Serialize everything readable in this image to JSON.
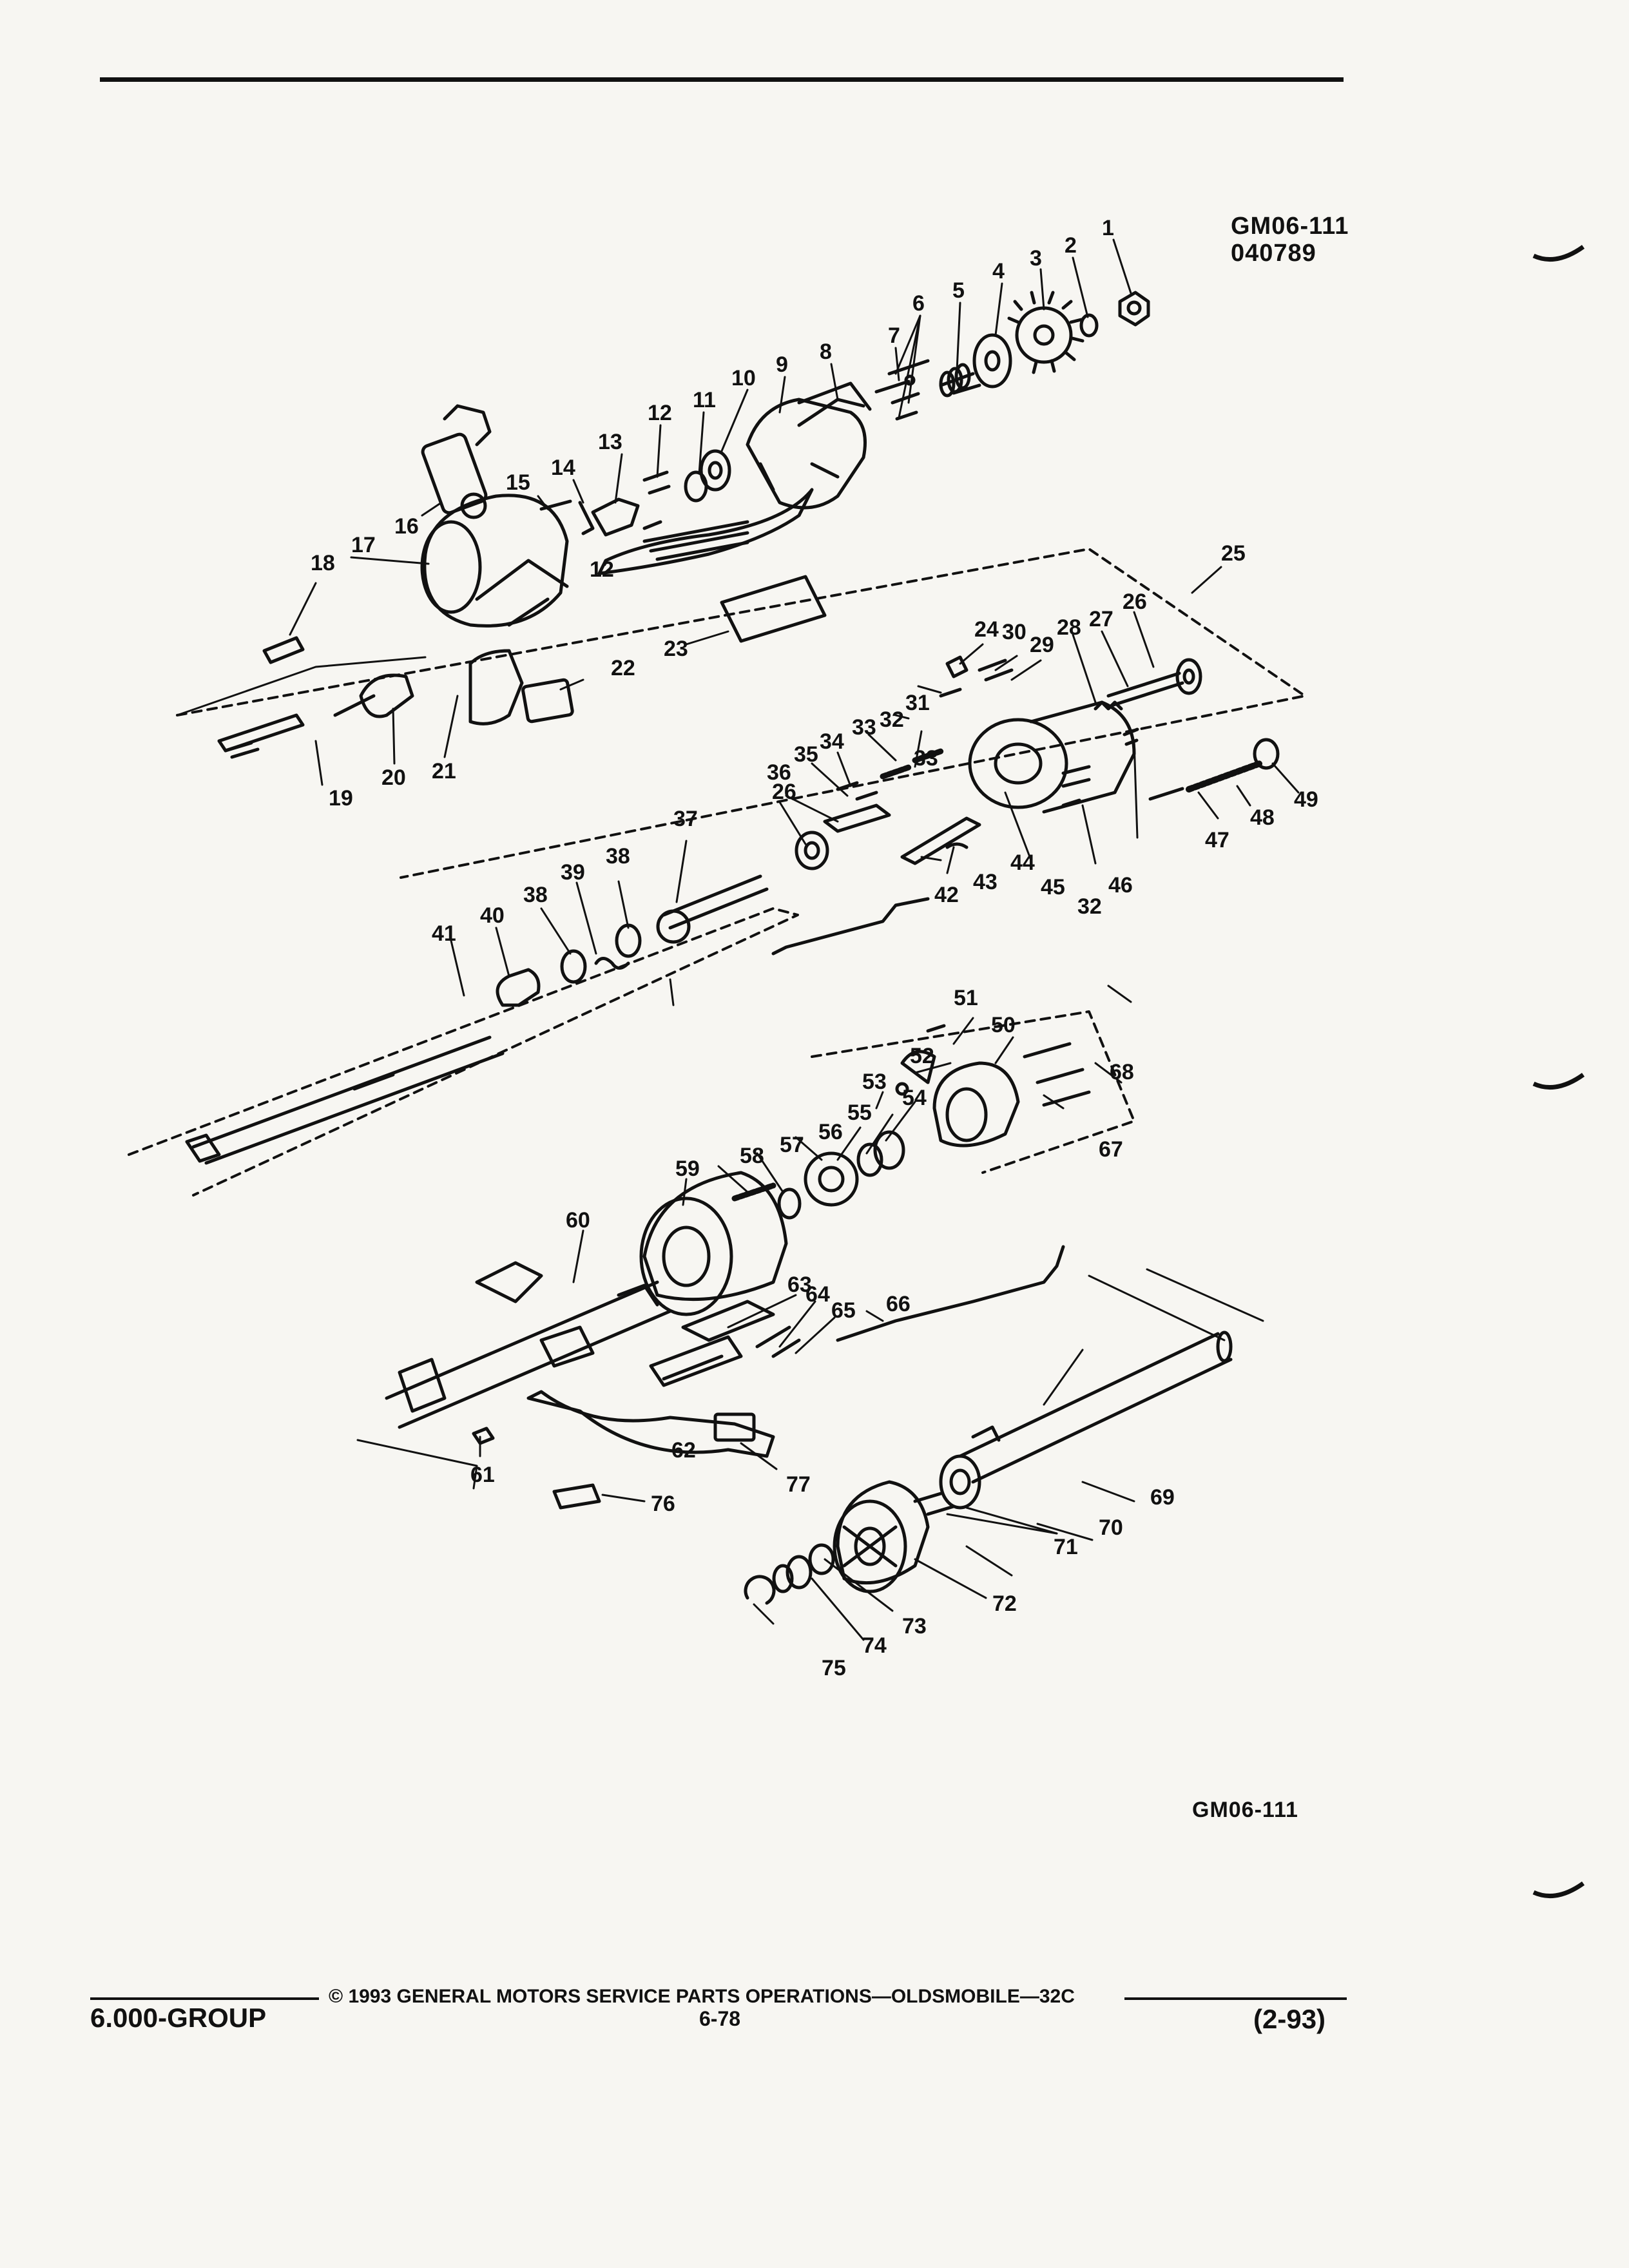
{
  "header": {
    "figure_id": "GM06-111",
    "figure_date": "040789"
  },
  "figure": {
    "footer_id": "GM06-111",
    "callouts": [
      "1",
      "2",
      "3",
      "4",
      "5",
      "6",
      "7",
      "8",
      "9",
      "10",
      "11",
      "12",
      "12",
      "13",
      "14",
      "15",
      "16",
      "17",
      "18",
      "19",
      "20",
      "21",
      "22",
      "23",
      "24",
      "25",
      "26",
      "26",
      "27",
      "28",
      "29",
      "30",
      "31",
      "32",
      "32",
      "33",
      "33",
      "34",
      "35",
      "36",
      "37",
      "38",
      "38",
      "39",
      "40",
      "41",
      "42",
      "43",
      "44",
      "45",
      "46",
      "47",
      "48",
      "49",
      "50",
      "51",
      "52",
      "53",
      "54",
      "55",
      "56",
      "57",
      "58",
      "59",
      "60",
      "61",
      "62",
      "63",
      "64",
      "65",
      "66",
      "67",
      "68",
      "69",
      "70",
      "71",
      "72",
      "73",
      "74",
      "75",
      "76",
      "77"
    ]
  },
  "footer": {
    "group": "6.000-GROUP",
    "copyright": "© 1993 GENERAL MOTORS SERVICE PARTS OPERATIONS—OLDSMOBILE—32C",
    "page": "6-78",
    "revision": "(2-93)"
  }
}
